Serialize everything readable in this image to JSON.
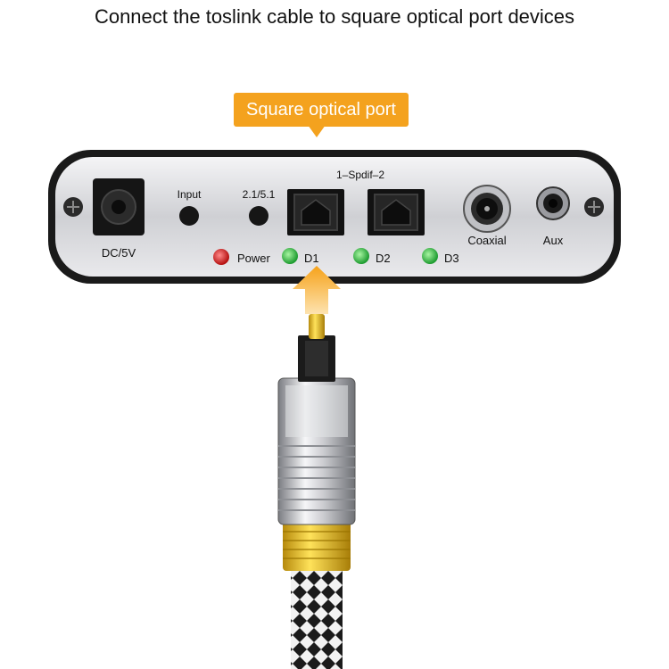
{
  "headline": "Connect the toslink cable to square optical port devices",
  "callout": "Square optical port",
  "panel": {
    "dc_label": "DC/5V",
    "input_label": "Input",
    "mode_label": "2.1/5.1",
    "spdif_label": "1–Spdif–2",
    "coaxial_label": "Coaxial",
    "aux_label": "Aux",
    "power_label": "Power",
    "d1_label": "D1",
    "d2_label": "D2",
    "d3_label": "D3"
  },
  "colors": {
    "accent": "#f4a21e",
    "power_led": "#d81b1b",
    "status_led": "#2fb84a",
    "cable_gold": "#f2c71a"
  }
}
